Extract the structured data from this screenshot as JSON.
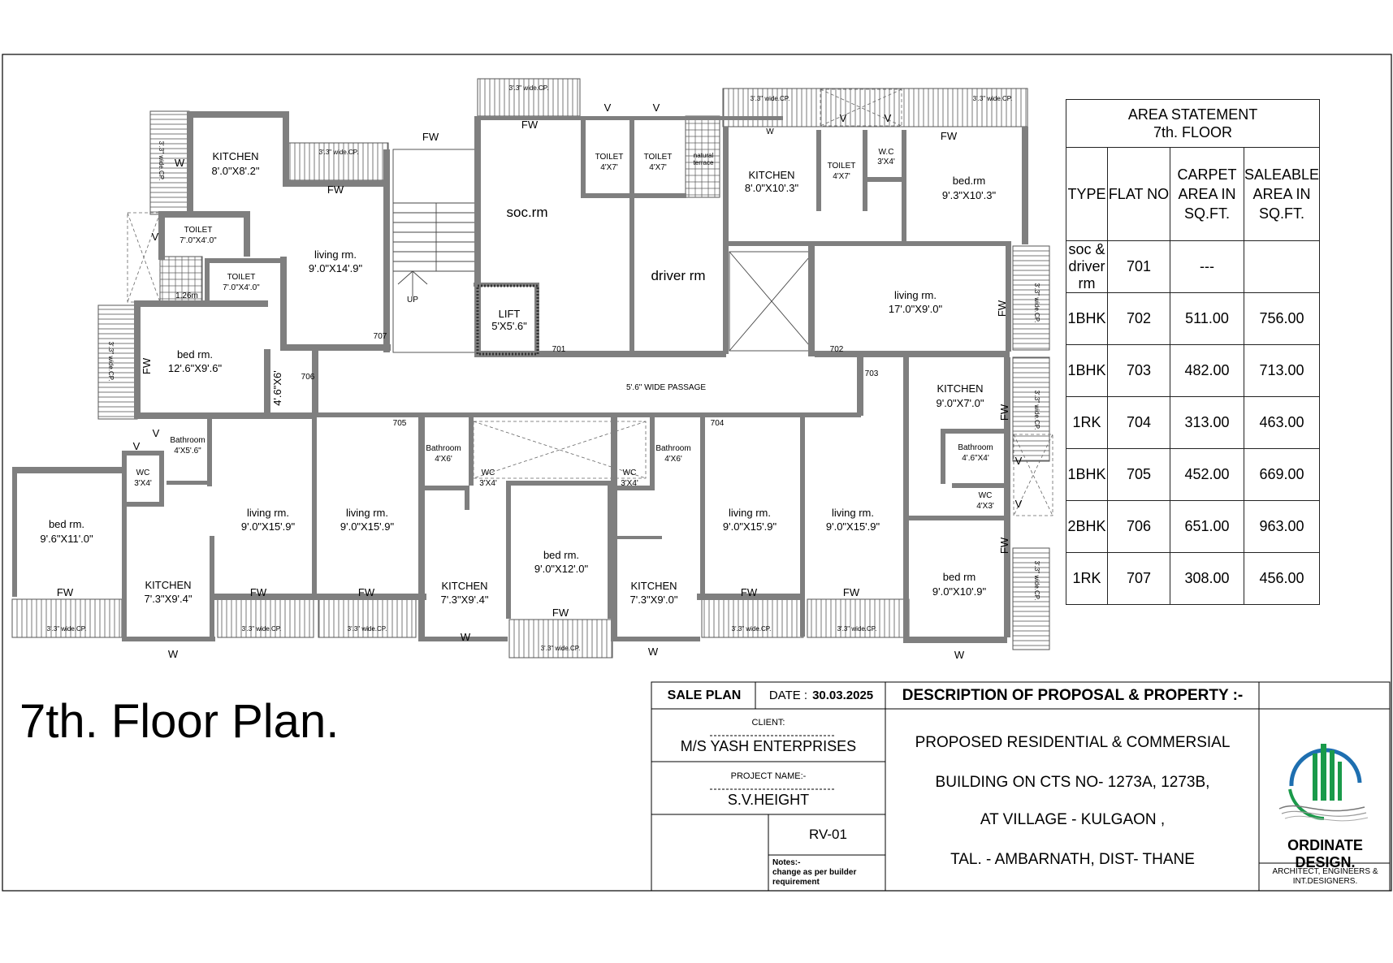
{
  "drawing": {
    "title": "7th. Floor Plan."
  },
  "plan_labels": {
    "kitchen": "KITCHEN",
    "toilet": "TOILET",
    "living": "living rm.",
    "bed": "bed rm.",
    "bed_alt": "bed.rm",
    "bed_rm": "bed rm",
    "bathroom": "Bathroom",
    "wc": "WC",
    "wc_dot": "W.C",
    "lift": "LIFT",
    "soc": "soc.rm",
    "driver": "driver rm",
    "natural": "natural",
    "terrace": "terrace",
    "passage": "5'.6\" WIDE PASSAGE",
    "up": "UP",
    "fw": "FW",
    "w": "W",
    "v": "V",
    "cp": "3'.3\" wide.CP.",
    "dim_bath_46x4": "4'.6\"X4'",
    "dim_k1": "8'.0\"X8'.2\"",
    "dim_t1": "7'.0\"X4'.0\"",
    "dim_t2": "7'.0\"X4'.0\"",
    "dim_lv707": "9'.0\"X14'.9\"",
    "dim_bed706": "12'.6\"X9'.6\"",
    "dim_lift": "5'X5'.6\"",
    "dim_toilet47": "4'X7'",
    "dim_k703": "8'.0\"X10'.3\"",
    "dim_wc34": "3'X4'",
    "dim_bed703": "9'.3\"X10'.3\"",
    "dim_lv703": "17'.0\"X9'.0\"",
    "dim_k704": "9'.0\"X7'.0\"",
    "dim_bath456": "4'X5'.6\"",
    "dim_bath46": "4'X6'",
    "dim_wc43": "4'X3'",
    "dim_bed_l": "9'.6\"X11'.0\"",
    "dim_lv_159": "9'.0\"X15'.9\"",
    "dim_k_734": "7'.3\"X9'.4\"",
    "dim_k_730": "7'.3\"X9'.0\"",
    "dim_bed_mid": "9'.0\"X12'.0\"",
    "dim_bed_r": "9'.0\"X10'.9\"",
    "dim_126": "1.26m",
    "dim_46": "4'.6\"X6'",
    "n701": "701",
    "n702": "702",
    "n703": "703",
    "n704": "704",
    "n705": "705",
    "n706": "706",
    "n707": "707"
  },
  "area_statement": {
    "title_line1": "AREA STATEMENT",
    "title_line2": "7th. FLOOR",
    "columns": [
      "TYPE",
      "FLAT NO",
      "CARPET AREA IN SQ.FT.",
      "SALEABLE AREA IN SQ.FT."
    ],
    "rows": [
      {
        "type": "soc & driver rm",
        "flat": "701",
        "carpet": "---",
        "saleable": ""
      },
      {
        "type": "1BHK",
        "flat": "702",
        "carpet": "511.00",
        "saleable": "756.00"
      },
      {
        "type": "1BHK",
        "flat": "703",
        "carpet": "482.00",
        "saleable": "713.00"
      },
      {
        "type": "1RK",
        "flat": "704",
        "carpet": "313.00",
        "saleable": "463.00"
      },
      {
        "type": "1BHK",
        "flat": "705",
        "carpet": "452.00",
        "saleable": "669.00"
      },
      {
        "type": "2BHK",
        "flat": "706",
        "carpet": "651.00",
        "saleable": "963.00"
      },
      {
        "type": "1RK",
        "flat": "707",
        "carpet": "308.00",
        "saleable": "456.00"
      }
    ]
  },
  "title_block": {
    "sale_plan": "SALE   PLAN",
    "date_label": "DATE :",
    "date_value": "30.03.2025",
    "description_heading": "DESCRIPTION OF PROPOSAL & PROPERTY :-",
    "client_label": "CLIENT:",
    "client_value": "M/S YASH  ENTERPRISES",
    "project_label": "PROJECT NAME:-",
    "project_value": "S.V.HEIGHT",
    "revision": "RV-01",
    "notes_label": "Notes:-",
    "notes_value": "change as per builder requirement",
    "desc_line1": "PROPOSED  RESIDENTIAL & COMMERSIAL",
    "desc_line2": "BUILDING ON CTS NO- 1273A, 1273B,",
    "desc_line3": "AT VILLAGE - KULGAON ,",
    "desc_line4": "TAL. - AMBARNATH,   DIST- THANE"
  },
  "firm": {
    "name": "ORDINATE DESIGN.",
    "tagline": "ARCHITECT, ENGINEERS & INT.DESIGNERS.",
    "logo_colors": [
      "#1a9a4a",
      "#1e6fb0"
    ]
  }
}
